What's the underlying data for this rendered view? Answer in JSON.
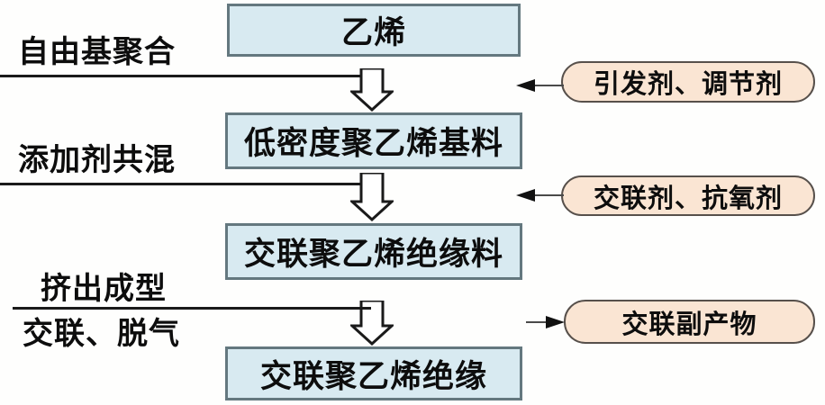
{
  "colors": {
    "background": "#FEFEFD",
    "process_box_fill": "#D8EAF1",
    "process_box_border": "#64787F",
    "reagent_box_fill": "#FAE5D3",
    "reagent_box_border": "#57504B",
    "line": "#1A1A1A",
    "text": "#0D0D0D"
  },
  "process_boxes": [
    {
      "label": "乙烯"
    },
    {
      "label": "低密度聚乙烯基料"
    },
    {
      "label": "交联聚乙烯绝缘料"
    },
    {
      "label": "交联聚乙烯绝缘"
    }
  ],
  "step_labels": [
    {
      "label": "自由基聚合"
    },
    {
      "label": "添加剂共混"
    },
    {
      "label": "挤出成型"
    },
    {
      "label": "交联、脱气"
    }
  ],
  "reagent_boxes": [
    {
      "label": "引发剂、调节剂",
      "arrow_direction": "left"
    },
    {
      "label": "交联剂、抗氧剂",
      "arrow_direction": "left"
    },
    {
      "label": "交联副产物",
      "arrow_direction": "right"
    }
  ],
  "flow": [
    {
      "from": "乙烯",
      "step": "自由基聚合",
      "to": "低密度聚乙烯基料",
      "input": "引发剂、调节剂"
    },
    {
      "from": "低密度聚乙烯基料",
      "step": "添加剂共混",
      "to": "交联聚乙烯绝缘料",
      "input": "交联剂、抗氧剂"
    },
    {
      "from": "交联聚乙烯绝缘料",
      "step": "挤出成型 交联、脱气",
      "to": "交联聚乙烯绝缘",
      "output": "交联副产物"
    }
  ]
}
